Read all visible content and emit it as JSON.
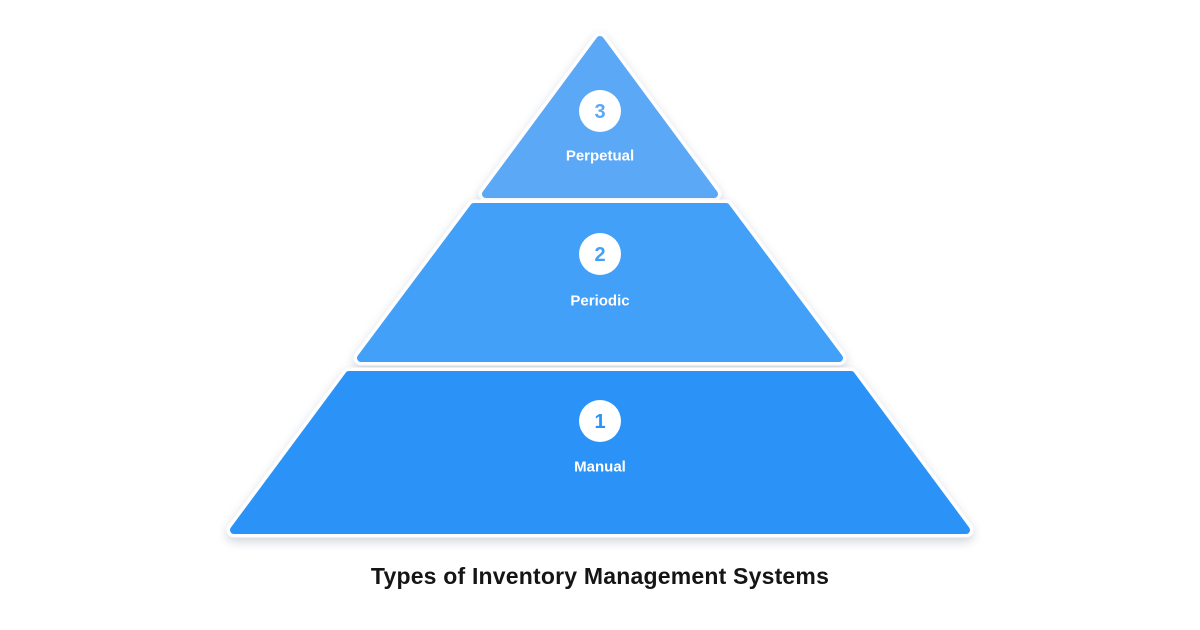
{
  "title": "Types of Inventory Management Systems",
  "pyramid": {
    "levels": [
      {
        "number": "3",
        "label": "Perpetual",
        "color": "#5BA8F7"
      },
      {
        "number": "2",
        "label": "Periodic",
        "color": "#42A0F8"
      },
      {
        "number": "1",
        "label": "Manual",
        "color": "#2B93F7"
      }
    ]
  }
}
